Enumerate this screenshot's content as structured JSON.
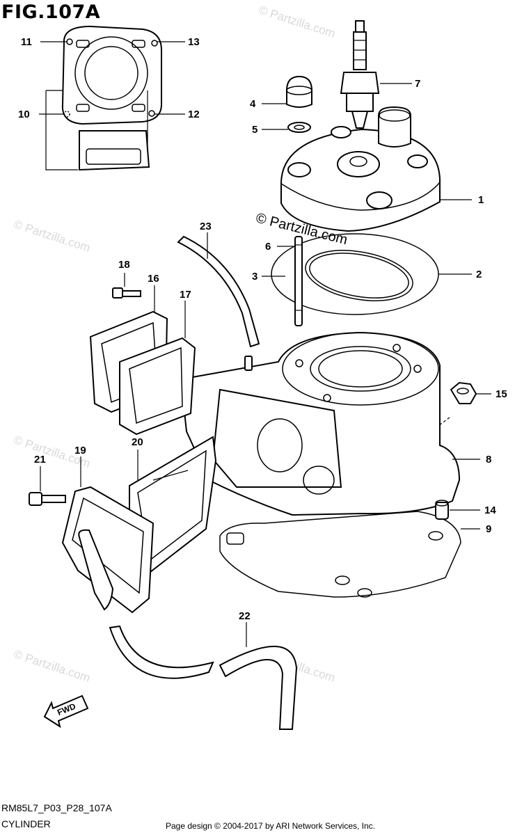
{
  "figure": {
    "title": "FIG.107A",
    "code": "RM85L7_P03_P28_107A",
    "caption": "CYLINDER",
    "credit": "Page design © 2004-2017 by ARI Network Services, Inc.",
    "watermark": "© Partzilla.com",
    "fwd_label": "FWD"
  },
  "callouts": [
    {
      "id": "1",
      "label": "1"
    },
    {
      "id": "2",
      "label": "2"
    },
    {
      "id": "3",
      "label": "3"
    },
    {
      "id": "4",
      "label": "4"
    },
    {
      "id": "5",
      "label": "5"
    },
    {
      "id": "6",
      "label": "6"
    },
    {
      "id": "7",
      "label": "7"
    },
    {
      "id": "8",
      "label": "8"
    },
    {
      "id": "9",
      "label": "9"
    },
    {
      "id": "10",
      "label": "10"
    },
    {
      "id": "11",
      "label": "11"
    },
    {
      "id": "12",
      "label": "12"
    },
    {
      "id": "13",
      "label": "13"
    },
    {
      "id": "14",
      "label": "14"
    },
    {
      "id": "15",
      "label": "15"
    },
    {
      "id": "16",
      "label": "16"
    },
    {
      "id": "17",
      "label": "17"
    },
    {
      "id": "18",
      "label": "18"
    },
    {
      "id": "19",
      "label": "19"
    },
    {
      "id": "20",
      "label": "20"
    },
    {
      "id": "21",
      "label": "21"
    },
    {
      "id": "22",
      "label": "22"
    },
    {
      "id": "23",
      "label": "23"
    }
  ]
}
